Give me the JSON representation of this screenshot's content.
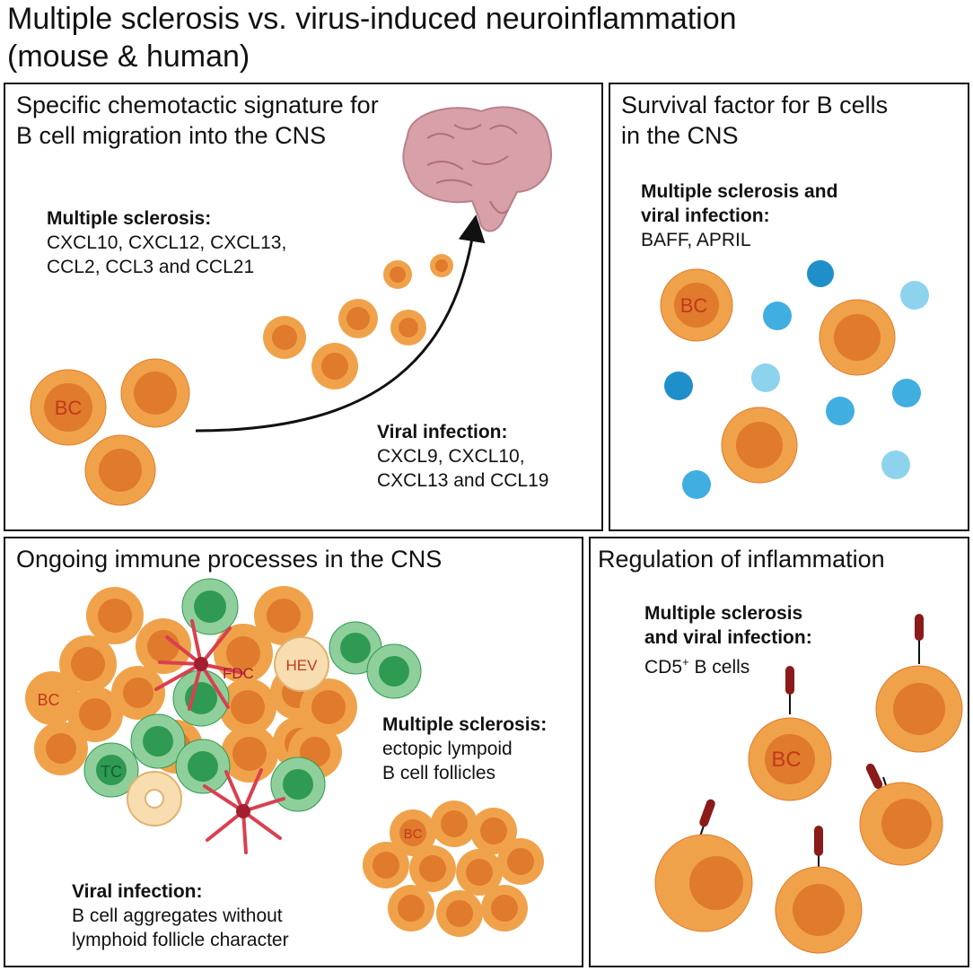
{
  "title_line1": "Multiple sclerosis vs. virus-induced neuroinflammation",
  "title_line2": "(mouse & human)",
  "panels": {
    "chemotaxis": {
      "title_line1": "Specific chemotactic signature for",
      "title_line2": "B cell migration into the CNS",
      "ms_heading": "Multiple sclerosis:",
      "ms_line1": "CXCL10, CXCL12, CXCL13,",
      "ms_line2": "CCL2, CCL3 and CCL21",
      "viral_heading": "Viral infection:",
      "viral_line1": "CXCL9, CXCL10,",
      "viral_line2": "CXCL13 and CCL19",
      "cell_label": "BC"
    },
    "survival": {
      "title_line1": "Survival factor for B cells",
      "title_line2": "in the CNS",
      "heading_line1": "Multiple sclerosis and",
      "heading_line2": "viral infection:",
      "factors": "BAFF, APRIL",
      "cell_label": "BC"
    },
    "immune": {
      "title": "Ongoing immune processes in the CNS",
      "ms_heading": "Multiple sclerosis:",
      "ms_line1": "ectopic lympoid",
      "ms_line2": "B cell follicles",
      "viral_heading": "Viral infection:",
      "viral_line1": "B cell aggregates without",
      "viral_line2": "lymphoid follicle character",
      "bc_label": "BC",
      "tc_label": "TC",
      "fdc_label": "FDC",
      "hev_label": "HEV"
    },
    "regulation": {
      "title": "Regulation of inflammation",
      "heading_line1": "Multiple sclerosis",
      "heading_line2": "and viral infection:",
      "cd5_prefix": "CD5",
      "cd5_sup": "+",
      "cd5_suffix": " B cells",
      "cell_label": "BC"
    }
  },
  "colors": {
    "b_cell_outer": "#f0a24a",
    "b_cell_inner": "#e07a2c",
    "t_cell_outer": "#8fcf9b",
    "t_cell_inner": "#2e9a52",
    "fdc": "#d9404f",
    "hev": "#f7ddb0",
    "cytokine_dark": "#1f8fc9",
    "cytokine_light": "#8dd3ee",
    "brain": "#d8a0a8"
  }
}
